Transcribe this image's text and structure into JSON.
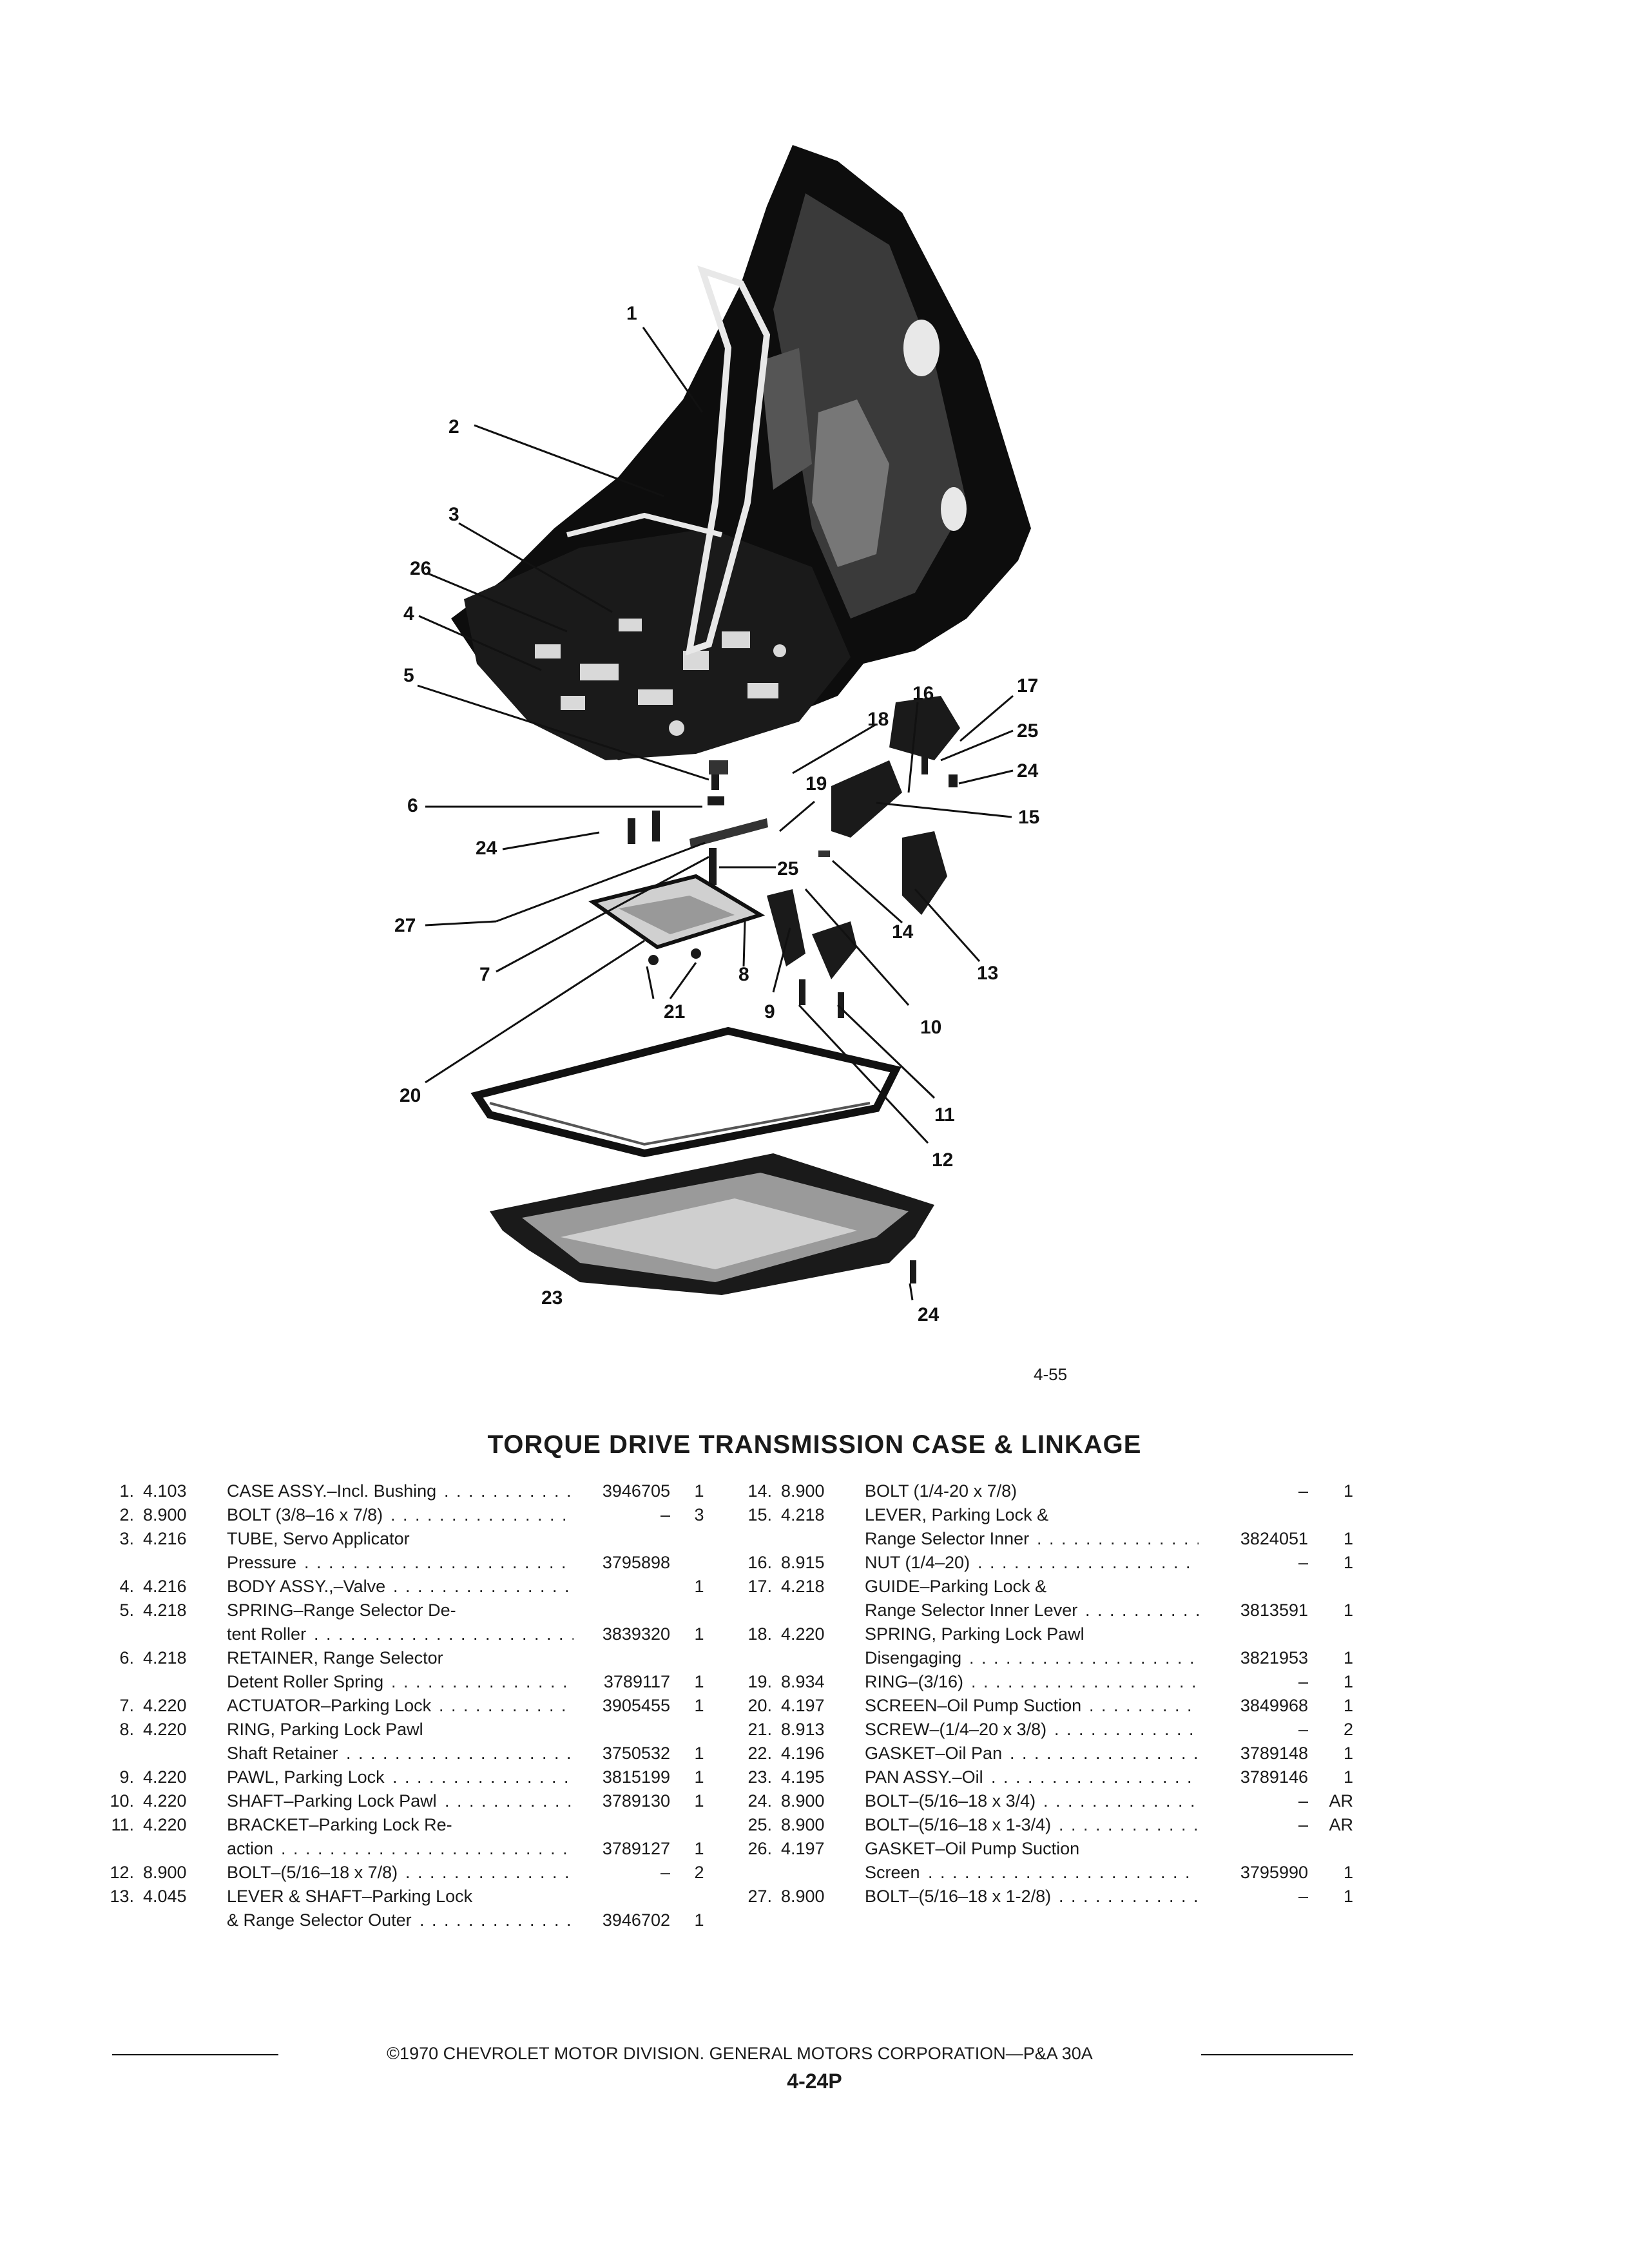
{
  "figure": {
    "number": "4-55",
    "callouts": [
      "1",
      "2",
      "3",
      "26",
      "4",
      "5",
      "6",
      "24",
      "27",
      "7",
      "21",
      "8",
      "9",
      "20",
      "23",
      "24",
      "25",
      "19",
      "18",
      "16",
      "17",
      "25",
      "24",
      "15",
      "14",
      "13",
      "10",
      "11",
      "12"
    ]
  },
  "title": "TORQUE DRIVE TRANSMISSION CASE & LINKAGE",
  "parts_left": [
    {
      "num": "1.",
      "group": "4.103",
      "lines": [
        "CASE ASSY.–Incl. Bushing"
      ],
      "part": "3946705",
      "qty": "1",
      "dotted": true
    },
    {
      "num": "2.",
      "group": "8.900",
      "lines": [
        "BOLT (3/8–16 x 7/8)"
      ],
      "part": "–",
      "qty": "3",
      "dotted": true
    },
    {
      "num": "3.",
      "group": "4.216",
      "lines": [
        "TUBE, Servo Applicator",
        "Pressure"
      ],
      "part": "3795898",
      "qty": "",
      "dotted": true
    },
    {
      "num": "4.",
      "group": "4.216",
      "lines": [
        "BODY ASSY.,–Valve"
      ],
      "part": "",
      "qty": "1",
      "dotted": true
    },
    {
      "num": "5.",
      "group": "4.218",
      "lines": [
        "SPRING–Range Selector De-",
        "tent Roller"
      ],
      "part": "3839320",
      "qty": "1",
      "dotted": true
    },
    {
      "num": "6.",
      "group": "4.218",
      "lines": [
        "RETAINER, Range Selector",
        "Detent Roller Spring"
      ],
      "part": "3789117",
      "qty": "1",
      "dotted": true
    },
    {
      "num": "7.",
      "group": "4.220",
      "lines": [
        "ACTUATOR–Parking Lock"
      ],
      "part": "3905455",
      "qty": "1",
      "dotted": true
    },
    {
      "num": "8.",
      "group": "4.220",
      "lines": [
        "RING, Parking Lock Pawl",
        "Shaft Retainer"
      ],
      "part": "3750532",
      "qty": "1",
      "dotted": true
    },
    {
      "num": "9.",
      "group": "4.220",
      "lines": [
        "PAWL, Parking Lock"
      ],
      "part": "3815199",
      "qty": "1",
      "dotted": true
    },
    {
      "num": "10.",
      "group": "4.220",
      "lines": [
        "SHAFT–Parking Lock Pawl"
      ],
      "part": "3789130",
      "qty": "1",
      "dotted": true
    },
    {
      "num": "11.",
      "group": "4.220",
      "lines": [
        "BRACKET–Parking Lock Re-",
        "action"
      ],
      "part": "3789127",
      "qty": "1",
      "dotted": true
    },
    {
      "num": "12.",
      "group": "8.900",
      "lines": [
        "BOLT–(5/16–18 x 7/8)"
      ],
      "part": "–",
      "qty": "2",
      "dotted": true
    },
    {
      "num": "13.",
      "group": "4.045",
      "lines": [
        "LEVER & SHAFT–Parking Lock",
        "& Range Selector Outer"
      ],
      "part": "3946702",
      "qty": "1",
      "dotted": true
    }
  ],
  "parts_right": [
    {
      "num": "14.",
      "group": "8.900",
      "lines": [
        "BOLT (1/4-20 x 7/8)"
      ],
      "part": "–",
      "qty": "1",
      "dotted": false
    },
    {
      "num": "15.",
      "group": "4.218",
      "lines": [
        "LEVER, Parking Lock &",
        "Range Selector Inner"
      ],
      "part": "3824051",
      "qty": "1",
      "dotted": true
    },
    {
      "num": "16.",
      "group": "8.915",
      "lines": [
        "NUT (1/4–20)"
      ],
      "part": "–",
      "qty": "1",
      "dotted": true
    },
    {
      "num": "17.",
      "group": "4.218",
      "lines": [
        "GUIDE–Parking Lock &",
        "Range Selector Inner Lever"
      ],
      "part": "3813591",
      "qty": "1",
      "dotted": true
    },
    {
      "num": "18.",
      "group": "4.220",
      "lines": [
        "SPRING, Parking Lock Pawl",
        "Disengaging"
      ],
      "part": "3821953",
      "qty": "1",
      "dotted": true
    },
    {
      "num": "19.",
      "group": "8.934",
      "lines": [
        "RING–(3/16)"
      ],
      "part": "–",
      "qty": "1",
      "dotted": true
    },
    {
      "num": "20.",
      "group": "4.197",
      "lines": [
        "SCREEN–Oil Pump Suction"
      ],
      "part": "3849968",
      "qty": "1",
      "dotted": true
    },
    {
      "num": "21.",
      "group": "8.913",
      "lines": [
        "SCREW–(1/4–20 x 3/8)"
      ],
      "part": "–",
      "qty": "2",
      "dotted": true
    },
    {
      "num": "22.",
      "group": "4.196",
      "lines": [
        "GASKET–Oil Pan"
      ],
      "part": "3789148",
      "qty": "1",
      "dotted": true
    },
    {
      "num": "23.",
      "group": "4.195",
      "lines": [
        "PAN ASSY.–Oil"
      ],
      "part": "3789146",
      "qty": "1",
      "dotted": true
    },
    {
      "num": "24.",
      "group": "8.900",
      "lines": [
        "BOLT–(5/16–18 x 3/4)"
      ],
      "part": "–",
      "qty": "AR",
      "dotted": true
    },
    {
      "num": "25.",
      "group": "8.900",
      "lines": [
        "BOLT–(5/16–18 x 1-3/4)"
      ],
      "part": "–",
      "qty": "AR",
      "dotted": true
    },
    {
      "num": "26.",
      "group": "4.197",
      "lines": [
        "GASKET–Oil Pump Suction",
        "Screen"
      ],
      "part": "3795990",
      "qty": "1",
      "dotted": true
    },
    {
      "num": "27.",
      "group": "8.900",
      "lines": [
        "BOLT–(5/16–18 x 1-2/8)"
      ],
      "part": "–",
      "qty": "1",
      "dotted": true
    }
  ],
  "footer": "©1970 CHEVROLET MOTOR DIVISION. GENERAL MOTORS CORPORATION—P&A 30A",
  "page_number": "4-24P"
}
